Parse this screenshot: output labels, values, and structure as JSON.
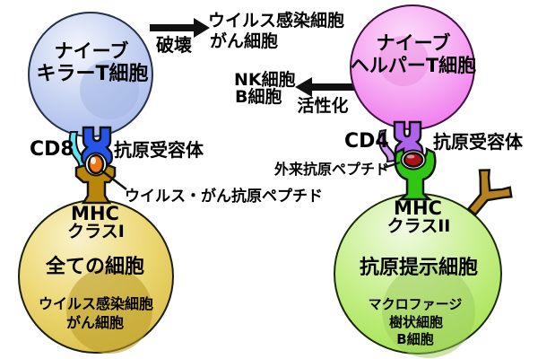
{
  "colors": {
    "background": "#ffffff",
    "text": "#000000",
    "outline": "#111111",
    "arrow": "#111111",
    "killer_cell_highlight": "#f3f6fd",
    "killer_cell_mid": "#c6d2f1",
    "killer_cell_edge": "#a7baec",
    "killer_cell_nucleus": "#a3b6e3",
    "helper_cell_highlight": "#fcdcfa",
    "helper_cell_mid": "#f6a8f2",
    "helper_cell_edge": "#ee74ee",
    "helper_cell_nucleus": "#e988e0",
    "allcell_highlight": "#f9f2ca",
    "allcell_mid": "#ecd873",
    "allcell_edge": "#d9bc45",
    "allcell_nucleus": "#bd9e2b",
    "apc_highlight": "#f0fae2",
    "apc_mid": "#c6ef8a",
    "apc_edge": "#a3e24f",
    "apc_nucleus": "#9bc95e",
    "cd8_molecule": "#64e1f1",
    "tcr_killer": "#2454e8",
    "peptide_killer": "#ef7714",
    "cd4_molecule": "#d194f3",
    "tcr_helper": "#ae63ea",
    "peptide_helper": "#a81313",
    "mhc1_molecule": "#b8860b",
    "mhc2_molecule": "#2fc614",
    "antibody": "#b5821e",
    "ring_gap": "#ffffff"
  },
  "top_flow": {
    "destroy_arrow_label": "破壊",
    "destroy_target_line1": "ウイルス感染細胞",
    "destroy_target_line2": "がん細胞",
    "activate_arrow_label": "活性化",
    "activate_target_line1": "NK細胞",
    "activate_target_line2": "B細胞"
  },
  "killer_side": {
    "cell_name_line1": "ナイーブ",
    "cell_name_line2": "キラーT細胞",
    "co_receptor_label": "CD8",
    "receptor_label": "抗原受容体",
    "peptide_label": "ウイルス・がん抗原ペプチド",
    "mhc_line1": "MHC",
    "mhc_line2": "クラスI",
    "presenting_cell_title": "全ての細胞",
    "presenting_cell_types": [
      "ウイルス感染細胞",
      "がん細胞"
    ]
  },
  "helper_side": {
    "cell_name_line1": "ナイーブ",
    "cell_name_line2": "ヘルパーT細胞",
    "co_receptor_label": "CD4",
    "receptor_label": "抗原受容体",
    "peptide_label": "外来抗原ペプチド",
    "mhc_line1": "MHC",
    "mhc_line2": "クラスII",
    "presenting_cell_title": "抗原提示細胞",
    "presenting_cell_types": [
      "マクロファージ",
      "樹状細胞",
      "B細胞"
    ]
  }
}
